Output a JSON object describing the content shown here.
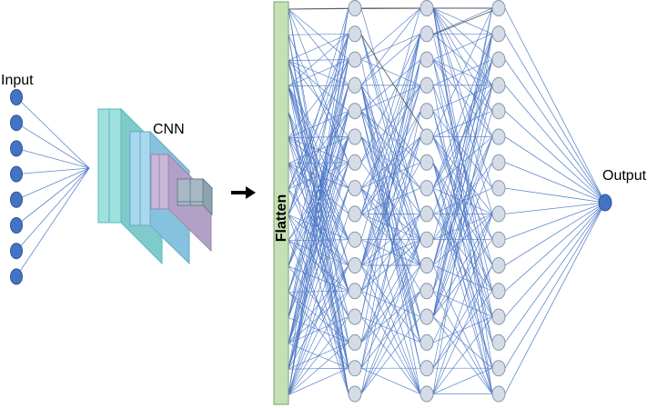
{
  "labels": {
    "input": "Input",
    "cnn": "CNN",
    "flatten": "Flatten",
    "output": "Output"
  },
  "network": {
    "input_nodes": 8,
    "hidden_layers": [
      16,
      16,
      16
    ],
    "output_nodes": 1
  },
  "colors": {
    "node_fill_input": "#4472c4",
    "node_fill_hidden": "#d6dce5",
    "node_stroke_hidden": "#8497b0",
    "connection": "#4472c4",
    "flatten_fill": "#c5e0b4",
    "flatten_stroke": "#7f9f6a",
    "cnn_block_1": "#9fe0e0",
    "cnn_block_2": "#a9d8ee",
    "cnn_block_3": "#c9b8d8",
    "cnn_block_4": "#a8b8c4",
    "arrow": "#000000"
  },
  "icons": {
    "arrow": "right-arrow-icon"
  }
}
